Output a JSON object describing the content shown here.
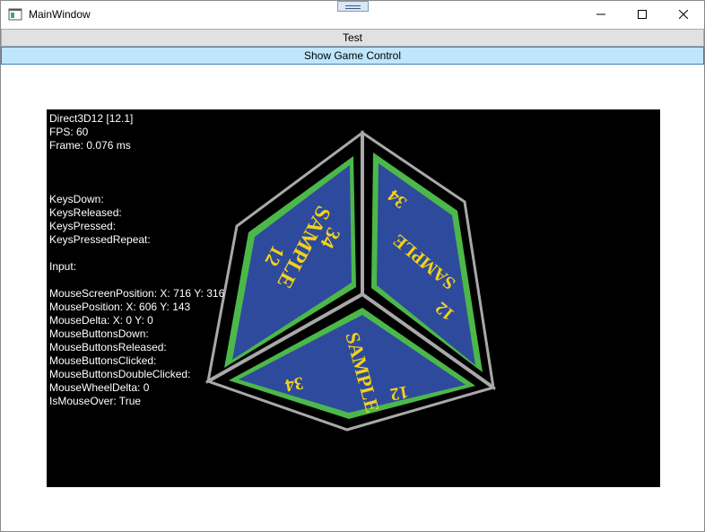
{
  "window": {
    "title": "MainWindow"
  },
  "buttons": {
    "test_label": "Test",
    "game_control_label": "Show Game Control"
  },
  "overlay": {
    "lines": [
      "Direct3D12 [12.1]",
      "FPS: 60",
      "Frame: 0.076 ms",
      "",
      "",
      "",
      "KeysDown:",
      "KeysReleased:",
      "KeysPressed:",
      "KeysPressedRepeat:",
      "",
      "Input:",
      "",
      "MouseScreenPosition: X: 716 Y: 316",
      "MousePosition: X: 606 Y: 143",
      "MouseDelta: X: 0 Y: 0",
      "MouseButtonsDown:",
      "MouseButtonsReleased:",
      "MouseButtonsClicked:",
      "MouseButtonsDoubleClicked:",
      "MouseWheelDelta: 0",
      "IsMouseOver: True"
    ]
  },
  "cube": {
    "face_text_word": "SAMPLE",
    "face_text_num_a": "12",
    "face_text_num_b": "34",
    "colors": {
      "face": "#2e4a9c",
      "border": "#4cb84a",
      "text": "#f2d21a",
      "edge": "#a9a9a9"
    }
  },
  "icons": {
    "app": "window-app-icon",
    "minimize": "minimize-icon",
    "maximize": "maximize-icon",
    "close": "close-icon"
  }
}
